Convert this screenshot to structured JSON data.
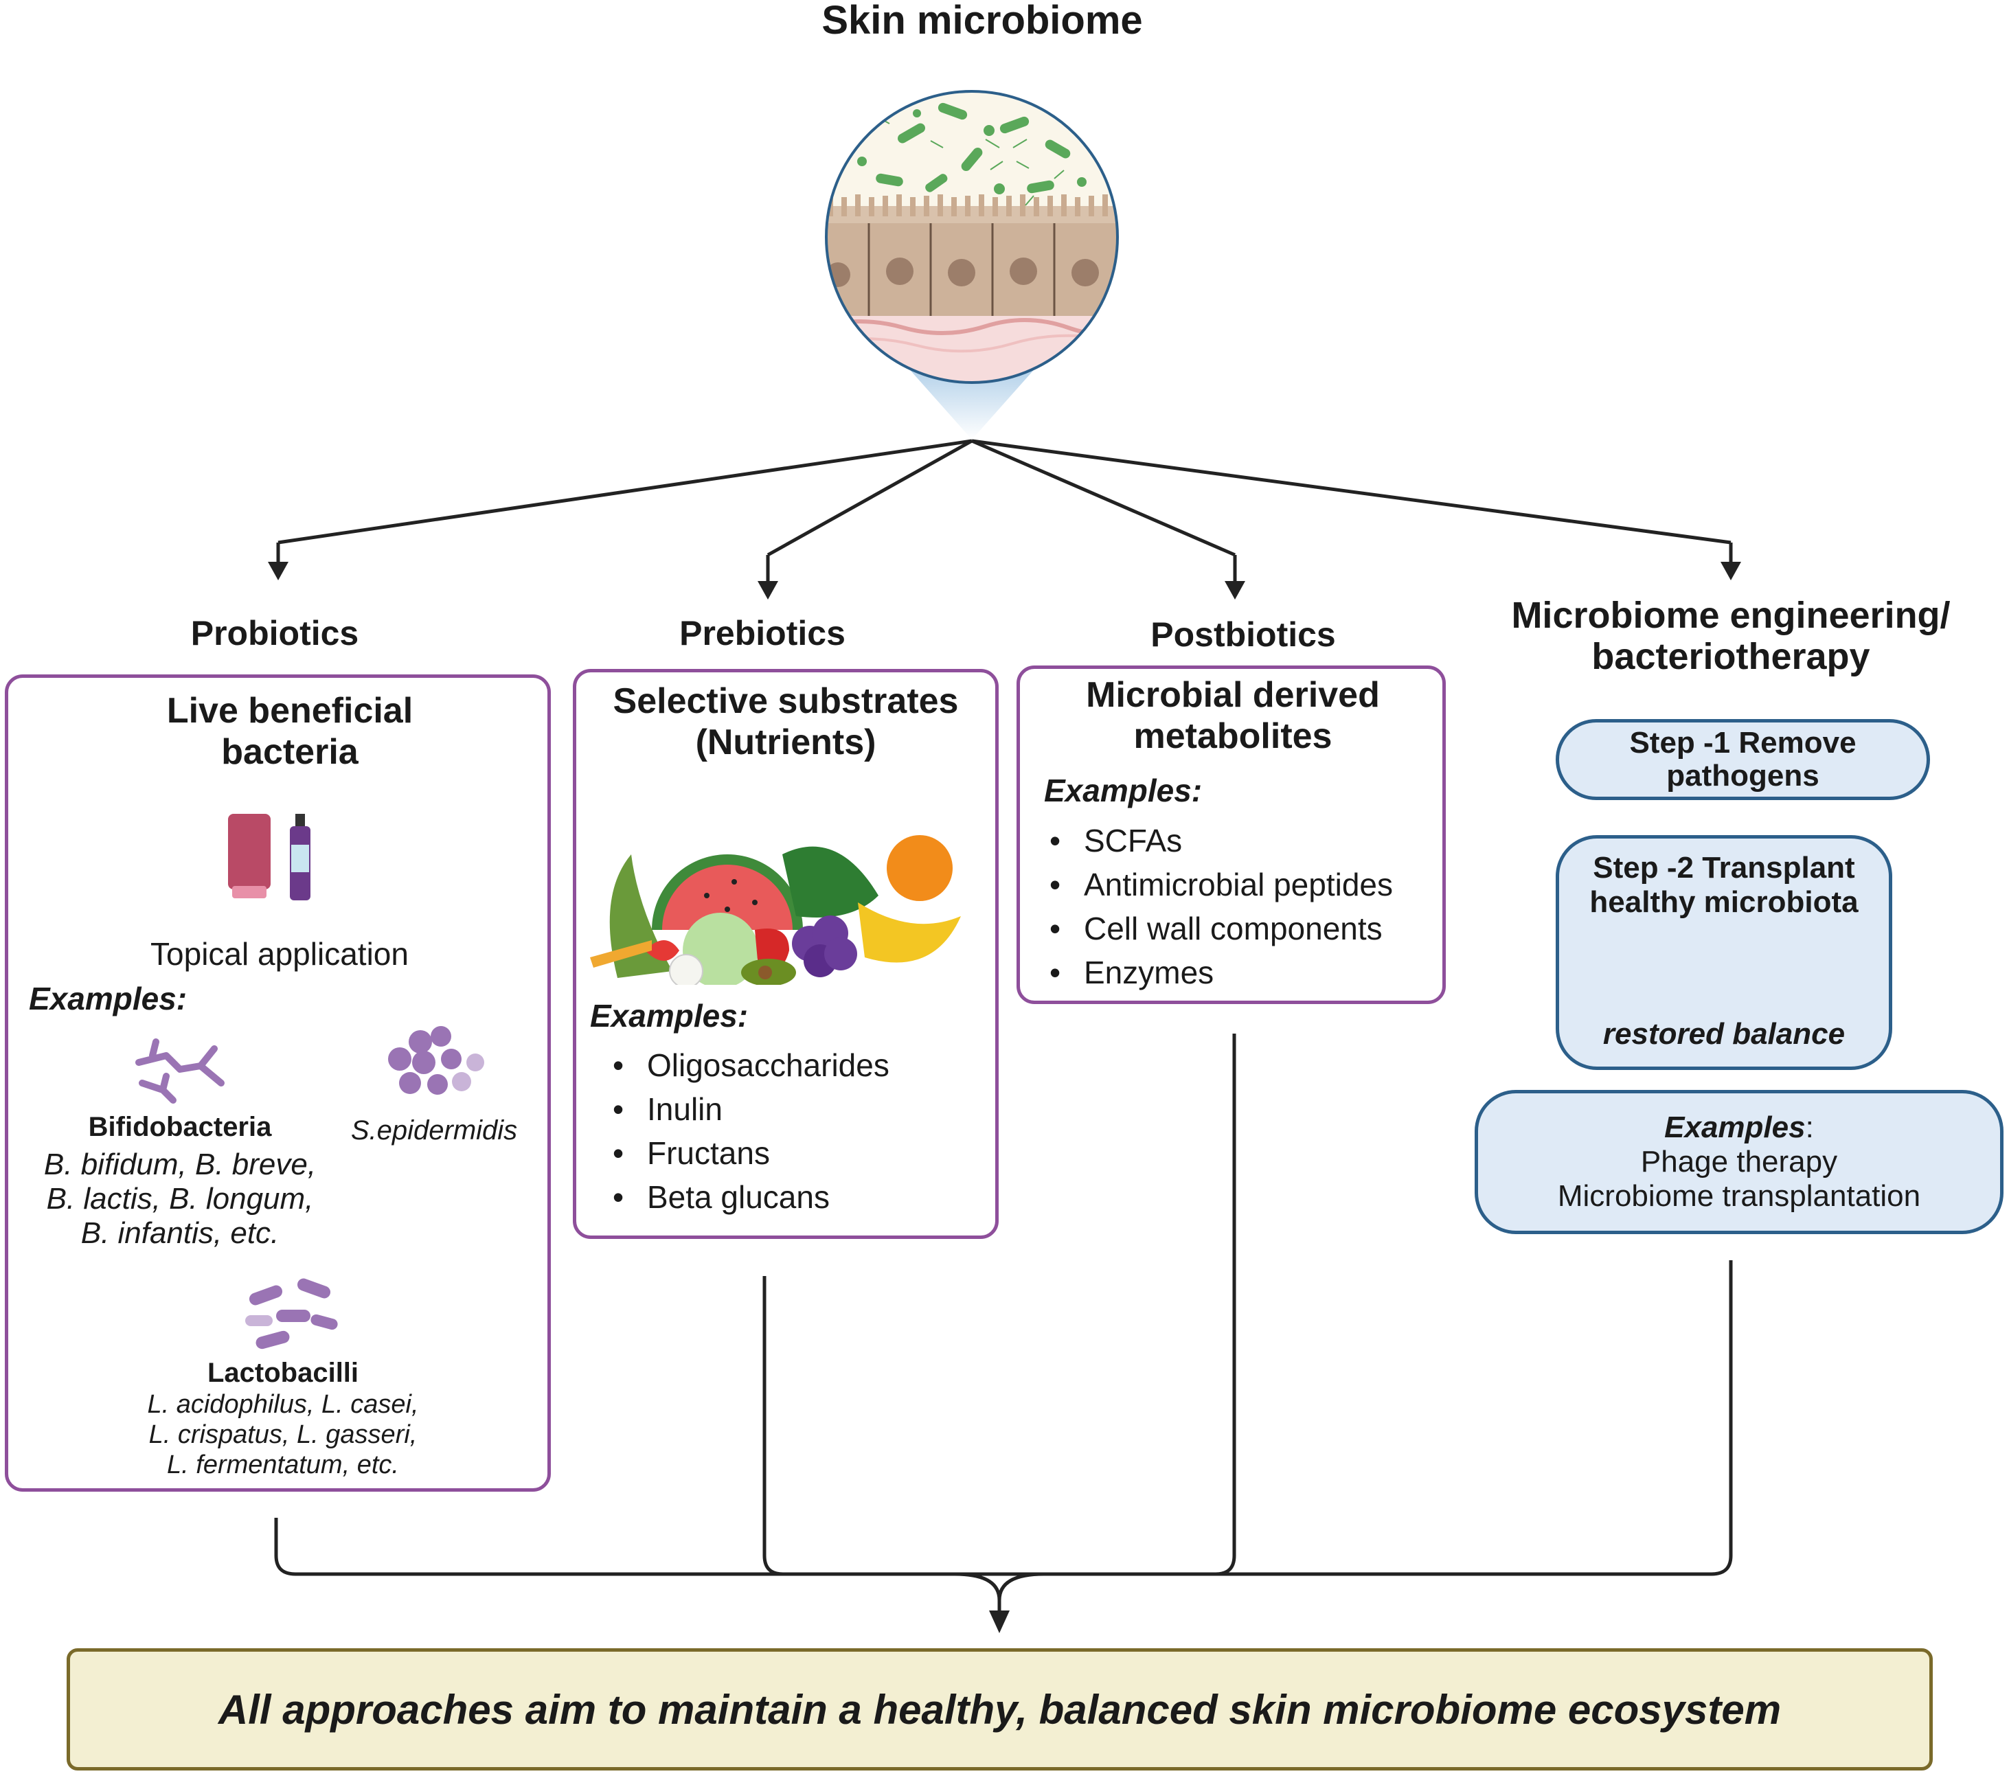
{
  "title": "Skin microbiome",
  "columns": {
    "probiotics": {
      "heading": "Probiotics",
      "box_title": "Live beneficial bacteria",
      "application": "Topical application",
      "examples_label": "Examples:",
      "bifido_name": "Bifidobacteria",
      "bifido_species": [
        "B. bifidum, B. breve,",
        "B. lactis, B. longum,",
        "B. infantis, etc."
      ],
      "sepi_name": "S.epidermidis",
      "lacto_name": "Lactobacilli",
      "lacto_species": [
        "L. acidophilus, L. casei,",
        "L. crispatus, L. gasseri,",
        "L. fermentatum, etc."
      ]
    },
    "prebiotics": {
      "heading": "Prebiotics",
      "box_title": "Selective substrates (Nutrients)",
      "examples_label": "Examples:",
      "items": [
        "Oligosaccharides",
        "Inulin",
        "Fructans",
        "Beta glucans"
      ]
    },
    "postbiotics": {
      "heading": "Postbiotics",
      "box_title": "Microbial derived metabolites",
      "examples_label": "Examples:",
      "items": [
        "SCFAs",
        "Antimicrobial peptides",
        "Cell wall components",
        "Enzymes"
      ]
    },
    "engineering": {
      "heading_line1": "Microbiome engineering/",
      "heading_line2": "bacteriotherapy",
      "step1_line1": "Step -1 Remove",
      "step1_line2": "pathogens",
      "step2_line1": "Step -2 Transplant",
      "step2_line2": "healthy microbiota",
      "step2_result": "restored balance",
      "examples_label": "Examples",
      "examples_colon": ":",
      "examples": [
        "Phage therapy",
        "Microbiome transplantation"
      ]
    }
  },
  "conclusion": "All approaches aim to maintain a healthy, balanced skin microbiome ecosystem",
  "colors": {
    "box_border": "#8e4f9b",
    "blue_border": "#2c5f8a",
    "blue_fill": "#dfeaf6",
    "conclusion_fill": "#f3efd2",
    "conclusion_border": "#7a6a2a",
    "bacteria_green": "#5aa85a",
    "bacteria_purple": "#9a74b4"
  }
}
